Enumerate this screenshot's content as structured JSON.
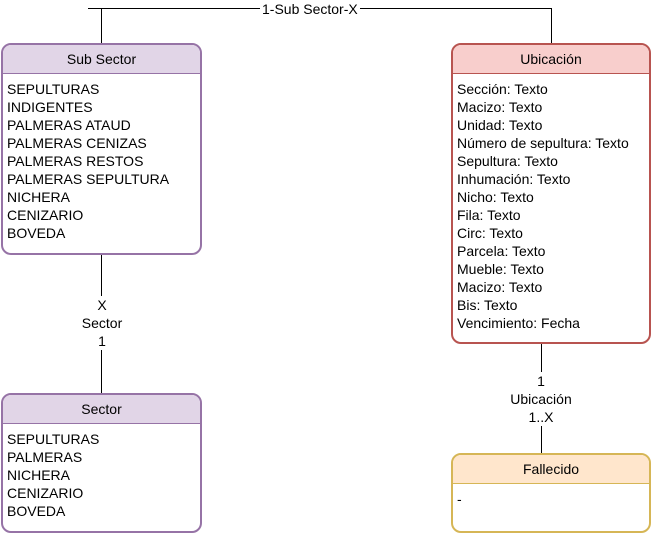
{
  "entities": {
    "sub_sector": {
      "title": "Sub Sector",
      "rows": [
        "SEPULTURAS",
        "INDIGENTES",
        "PALMERAS ATAUD",
        "PALMERAS CENIZAS",
        "PALMERAS RESTOS",
        "PALMERAS SEPULTURA",
        "NICHERA",
        "CENIZARIO",
        "BOVEDA"
      ],
      "fill": "#e1d5e7",
      "stroke": "#9673a6"
    },
    "sector": {
      "title": "Sector",
      "rows": [
        "SEPULTURAS",
        "PALMERAS",
        "NICHERA",
        "CENIZARIO",
        "BOVEDA"
      ],
      "fill": "#e1d5e7",
      "stroke": "#9673a6"
    },
    "ubicacion": {
      "title": "Ubicación",
      "rows": [
        "Sección: Texto",
        "Macizo: Texto",
        "Unidad: Texto",
        "Número de sepultura: Texto",
        "Sepultura: Texto",
        "Inhumación: Texto",
        "Nicho: Texto",
        "Fila: Texto",
        "Circ: Texto",
        "Parcela: Texto",
        "Mueble: Texto",
        "Macizo: Texto",
        "Bis: Texto",
        "Vencimiento: Fecha"
      ],
      "fill": "#f8cecc",
      "stroke": "#b85450"
    },
    "fallecido": {
      "title": "Fallecido",
      "rows": [
        "-"
      ],
      "fill": "#ffe6cc",
      "stroke": "#d6b656"
    }
  },
  "relations": {
    "subsector_ubicacion": {
      "label": "1-Sub Sector-X"
    },
    "subsector_sector": {
      "top": "X",
      "middle": "Sector",
      "bottom": "1"
    },
    "ubicacion_fallecido": {
      "top": "1",
      "middle": "Ubicación",
      "bottom": "1..X"
    }
  }
}
